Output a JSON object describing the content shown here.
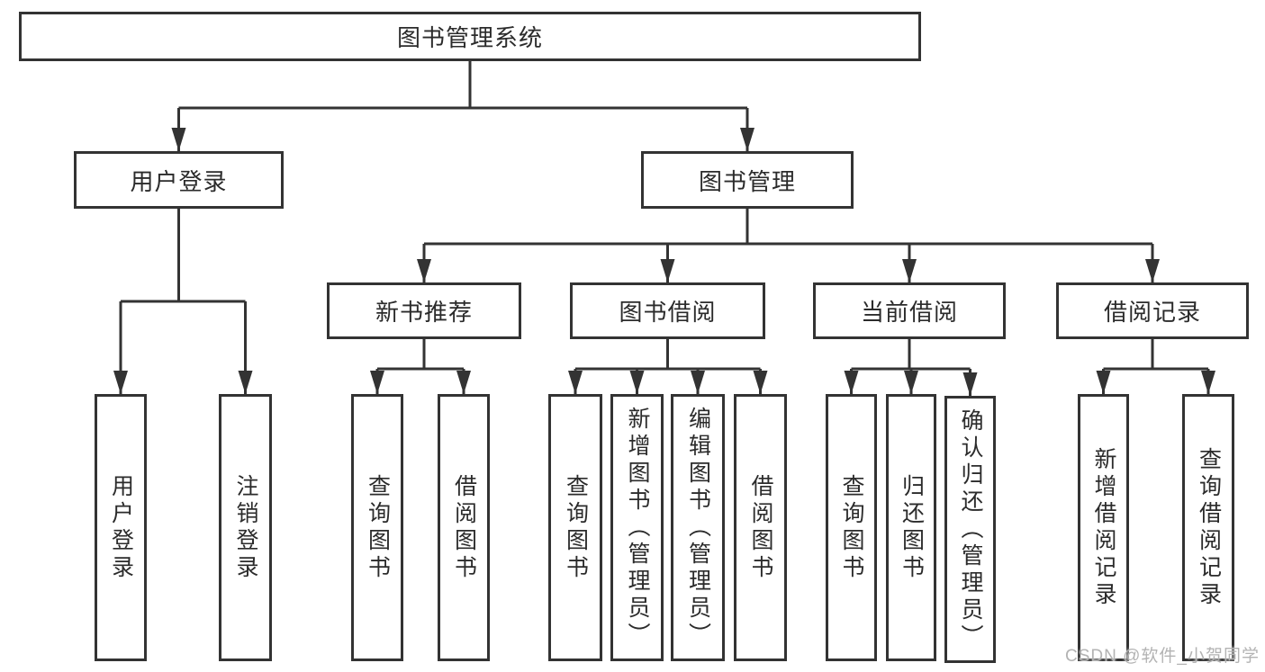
{
  "tree": {
    "label": "图书管理系统",
    "children": [
      {
        "label": "用户登录",
        "children": [
          {
            "label": "用户登录"
          },
          {
            "label": "注销登录"
          }
        ]
      },
      {
        "label": "图书管理",
        "children": [
          {
            "label": "新书推荐",
            "children": [
              {
                "label": "查询图书"
              },
              {
                "label": "借阅图书"
              }
            ]
          },
          {
            "label": "图书借阅",
            "children": [
              {
                "label": "查询图书"
              },
              {
                "label": "新增图书（管理员）"
              },
              {
                "label": "编辑图书（管理员）"
              },
              {
                "label": "借阅图书"
              }
            ]
          },
          {
            "label": "当前借阅",
            "children": [
              {
                "label": "查询图书"
              },
              {
                "label": "归还图书"
              },
              {
                "label": "确认归还（管理员）"
              }
            ]
          },
          {
            "label": "借阅记录",
            "children": [
              {
                "label": "新增借阅记录"
              },
              {
                "label": "查询借阅记录"
              }
            ]
          }
        ]
      }
    ]
  },
  "watermark": {
    "text": "CSDN @软件_小贺同学"
  },
  "colors": {
    "line": "#333333",
    "text": "#2b2b2b",
    "background": "#ffffff",
    "watermark": "#b3b3b3"
  }
}
